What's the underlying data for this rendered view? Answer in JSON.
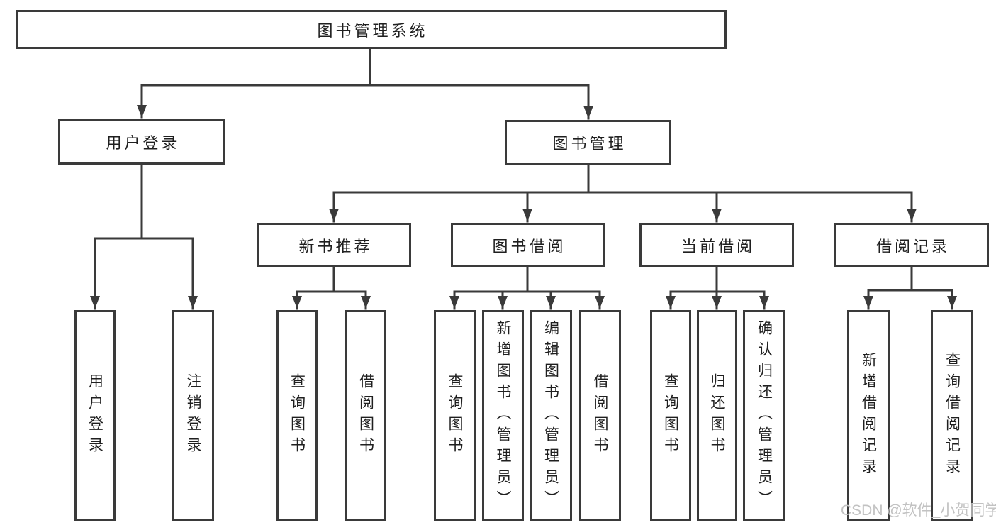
{
  "diagram": {
    "title": "图书管理系统",
    "level2": [
      {
        "label": "用户登录"
      },
      {
        "label": "图书管理"
      }
    ],
    "level3": [
      {
        "label": "新书推荐"
      },
      {
        "label": "图书借阅"
      },
      {
        "label": "当前借阅"
      },
      {
        "label": "借阅记录"
      }
    ],
    "leaves": {
      "user_login": [
        "用户登录",
        "注销登录"
      ],
      "new_books": [
        "查询图书",
        "借阅图书"
      ],
      "book_borrow": [
        "查询图书",
        "新增图书（管理员）",
        "编辑图书（管理员）",
        "借阅图书"
      ],
      "current_borrow": [
        "查询图书",
        "归还图书",
        "确认归还（管理员）"
      ],
      "borrow_records": [
        "新增借阅记录",
        "查询借阅记录"
      ]
    }
  },
  "watermark": {
    "text": "CSDN @软件_小贺同学",
    "color": "#c2c2c2"
  },
  "colors": {
    "line": "#3a3a3a",
    "border": "#3a3a3a",
    "text": "#1f1f1f",
    "background": "#ffffff"
  }
}
